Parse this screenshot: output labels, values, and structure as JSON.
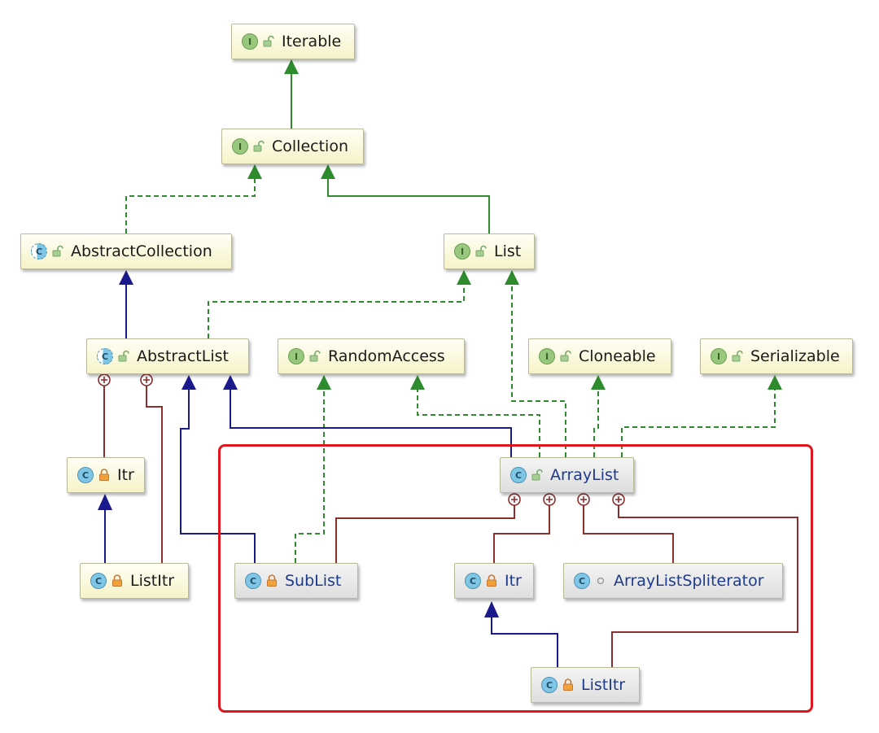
{
  "diagram": {
    "nodes": [
      {
        "id": "iterable",
        "label": "Iterable",
        "kind": "interface",
        "badge": "I",
        "visibility": "public"
      },
      {
        "id": "collection",
        "label": "Collection",
        "kind": "interface",
        "badge": "I",
        "visibility": "public"
      },
      {
        "id": "abstract-collection",
        "label": "AbstractCollection",
        "kind": "abstract-class",
        "badge": "C",
        "visibility": "public"
      },
      {
        "id": "list",
        "label": "List",
        "kind": "interface",
        "badge": "I",
        "visibility": "public"
      },
      {
        "id": "abstract-list",
        "label": "AbstractList",
        "kind": "abstract-class",
        "badge": "C",
        "visibility": "public"
      },
      {
        "id": "random-access",
        "label": "RandomAccess",
        "kind": "interface",
        "badge": "I",
        "visibility": "public"
      },
      {
        "id": "cloneable",
        "label": "Cloneable",
        "kind": "interface",
        "badge": "I",
        "visibility": "public"
      },
      {
        "id": "serializable",
        "label": "Serializable",
        "kind": "interface",
        "badge": "I",
        "visibility": "public"
      },
      {
        "id": "itr-abstract",
        "label": "Itr",
        "kind": "class",
        "badge": "C",
        "visibility": "private"
      },
      {
        "id": "arraylist",
        "label": "ArrayList",
        "kind": "class",
        "badge": "C",
        "visibility": "public"
      },
      {
        "id": "listitr-abstract",
        "label": "ListItr",
        "kind": "class",
        "badge": "C",
        "visibility": "private"
      },
      {
        "id": "sublist",
        "label": "SubList",
        "kind": "class",
        "badge": "C",
        "visibility": "private"
      },
      {
        "id": "itr-arraylist",
        "label": "Itr",
        "kind": "class",
        "badge": "C",
        "visibility": "private"
      },
      {
        "id": "arraylist-spliterator",
        "label": "ArrayListSpliterator",
        "kind": "static-class",
        "badge": "C",
        "visibility": "package"
      },
      {
        "id": "listitr-arraylist",
        "label": "ListItr",
        "kind": "class",
        "badge": "C",
        "visibility": "private"
      }
    ],
    "edge_types": {
      "extends": "#1a1a8c",
      "implements": "#2e8b2e",
      "inner": "#8b2f2f"
    },
    "colors": {
      "interface_badge": "#97c87d",
      "class_badge": "#7fc6e6",
      "highlight_frame": "#e0161f"
    }
  }
}
